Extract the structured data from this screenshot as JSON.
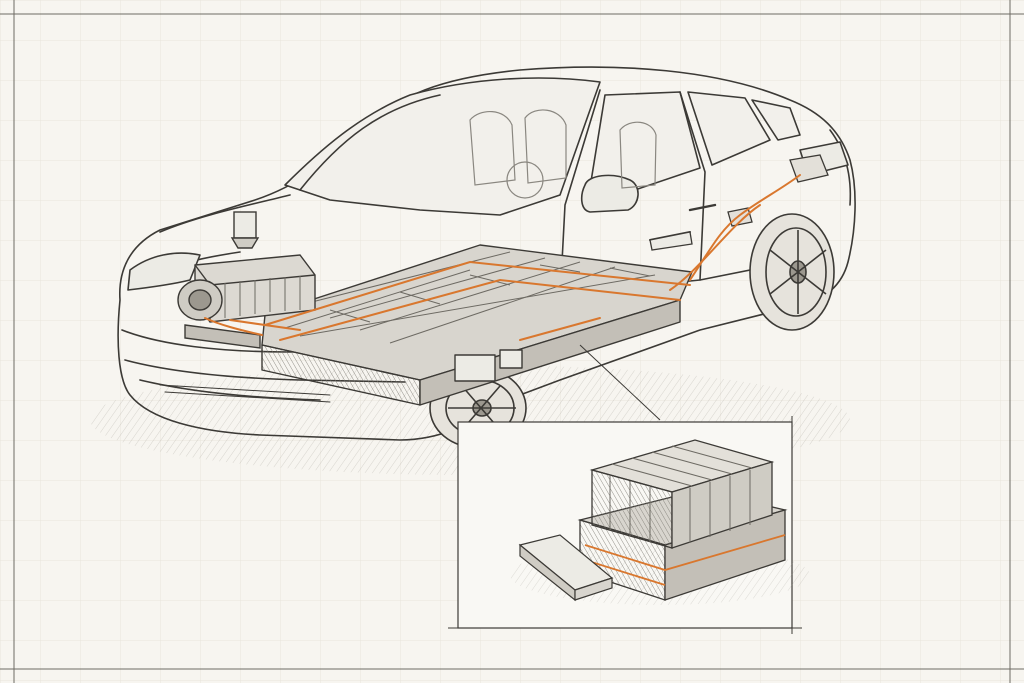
{
  "colors": {
    "paper": "#f7f5f0",
    "grid": "#e7e3da",
    "pencil": "#3c3a36",
    "pencil_light": "#8a8780",
    "shade": "#b9b5ad",
    "wire_orange": "#d9772e"
  },
  "scene": {
    "subject": "electric-vehicle-cutaway-sketch",
    "elements": [
      "car-body",
      "battery-pack",
      "front-motor-unit",
      "rear-charge-port",
      "orange-hv-wiring",
      "detail-inset-battery-module"
    ]
  }
}
